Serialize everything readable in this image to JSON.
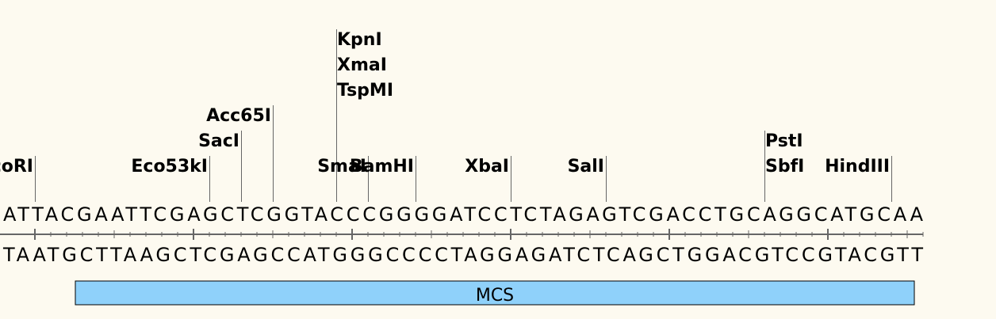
{
  "top_strand": "ATTACGAATTCGAGCTCGGTACCCGGGGATCCTCTAGAGTCGACCTGCAGGCATGCAA",
  "bottom_strand": "TAATGCTTAAGCTCGAGCCATGGGCCCCTAGGAGATCTCAGCTGGACGTCCGTACGTT",
  "feature": {
    "label": "MCS",
    "start": 3,
    "end": 57,
    "color": "#8fd1fa"
  },
  "enzymes": [
    {
      "names": [
        "EcoRI"
      ],
      "cut": 2
    },
    {
      "names": [
        "Eco53kI"
      ],
      "cut": 13
    },
    {
      "names": [
        "SacI"
      ],
      "cut": 15
    },
    {
      "names": [
        "Acc65I"
      ],
      "cut": 17
    },
    {
      "names": [
        "KpnI",
        "XmaI",
        "TspMI"
      ],
      "cut": 21
    },
    {
      "names": [
        "SmaI"
      ],
      "cut": 23
    },
    {
      "names": [
        "BamHI"
      ],
      "cut": 26
    },
    {
      "names": [
        "XbaI"
      ],
      "cut": 32
    },
    {
      "names": [
        "SalI"
      ],
      "cut": 38
    },
    {
      "names": [
        "PstI",
        "SbfI"
      ],
      "cut": 48
    },
    {
      "names": [
        "HindIII"
      ],
      "cut": 56
    }
  ],
  "colors": {
    "background": "#fdfaf0",
    "line": "#666666"
  }
}
